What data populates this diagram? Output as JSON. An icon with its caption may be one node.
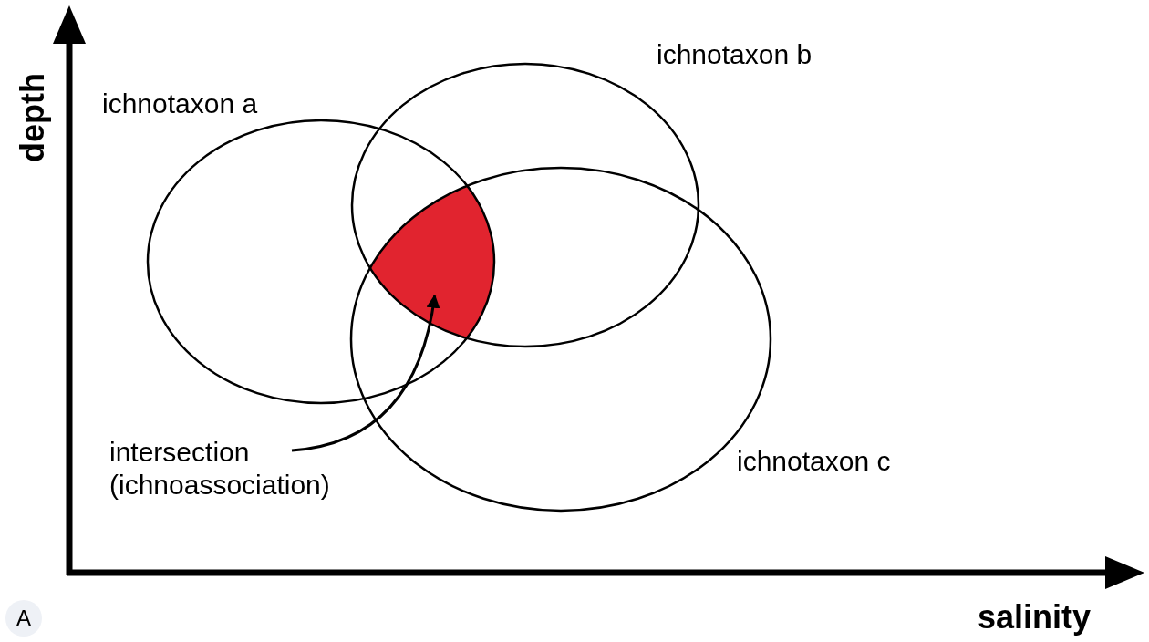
{
  "diagram": {
    "nodes": [
      {
        "text": [
          "ichnotaxon a"
        ]
      },
      {
        "text": [
          "ichnotaxon b"
        ]
      },
      {
        "text": [
          "ichnotaxon c"
        ]
      },
      {
        "text": [
          "intersection (ichnoassociation)"
        ]
      },
      {
        "text": [],
        "shape": "region"
      }
    ],
    "edges": [
      {
        "from": 3,
        "to": 4,
        "arrow": "to"
      }
    ],
    "labels": [
      "depth",
      "salinity",
      "A"
    ]
  }
}
